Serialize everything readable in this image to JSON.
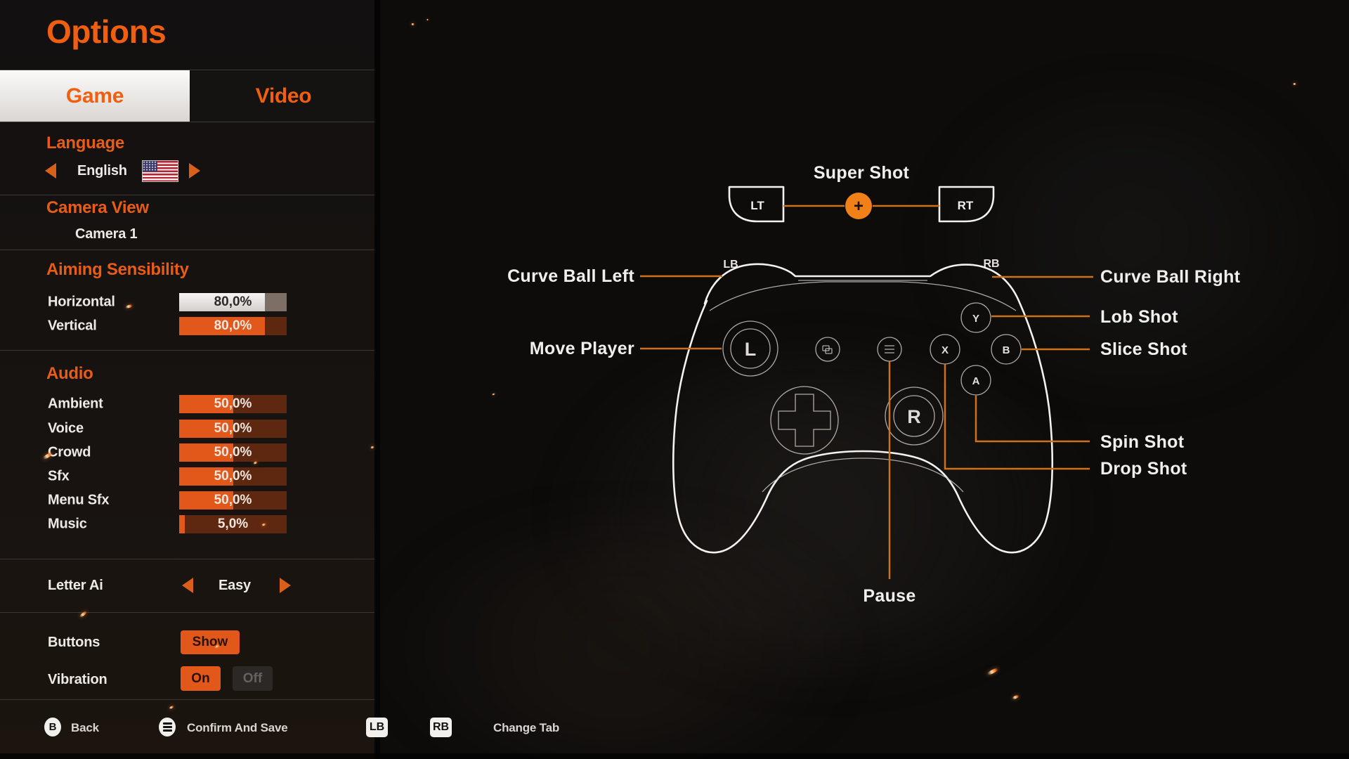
{
  "title": "Options",
  "tabs": {
    "game": "Game",
    "video": "Video"
  },
  "language": {
    "header": "Language",
    "value": "English",
    "flag": "us-flag-icon"
  },
  "camera": {
    "header": "Camera View",
    "value": "Camera 1"
  },
  "aiming": {
    "header": "Aiming Sensibility",
    "rows": [
      {
        "label": "Horizontal",
        "value": "80,0%",
        "percent": 80,
        "state": "selected"
      },
      {
        "label": "Vertical",
        "value": "80,0%",
        "percent": 80,
        "state": "normal"
      }
    ]
  },
  "audio": {
    "header": "Audio",
    "rows": [
      {
        "label": "Ambient",
        "value": "50,0%",
        "percent": 50
      },
      {
        "label": "Voice",
        "value": "50,0%",
        "percent": 50
      },
      {
        "label": "Crowd",
        "value": "50,0%",
        "percent": 50
      },
      {
        "label": "Sfx",
        "value": "50,0%",
        "percent": 50
      },
      {
        "label": "Menu Sfx",
        "value": "50,0%",
        "percent": 50
      },
      {
        "label": "Music",
        "value": "5,0%",
        "percent": 5
      }
    ]
  },
  "letter_ai": {
    "label": "Letter Ai",
    "value": "Easy"
  },
  "buttons_row": {
    "label": "Buttons",
    "value": "Show"
  },
  "vibration": {
    "label": "Vibration",
    "on": "On",
    "off": "Off",
    "selected": "On"
  },
  "footer": {
    "b_key": "B",
    "back": "Back",
    "menu_icon": "menu-button-icon",
    "confirm": "Confirm And Save",
    "lb_key": "LB",
    "rb_key": "RB",
    "change_tab": "Change Tab"
  },
  "controller": {
    "super_shot": "Super Shot",
    "lt": "LT",
    "rt": "RT",
    "lb": "LB",
    "rb": "RB",
    "plus": "+",
    "left_stick": "L",
    "right_stick": "R",
    "x_btn": "X",
    "y_btn": "Y",
    "a_btn": "A",
    "b_btn": "B",
    "curve_ball_left": "Curve Ball Left",
    "curve_ball_right": "Curve Ball Right",
    "lob_shot": "Lob Shot",
    "slice_shot": "Slice Shot",
    "move_player": "Move Player",
    "spin_shot": "Spin Shot",
    "drop_shot": "Drop Shot",
    "pause": "Pause"
  },
  "colors": {
    "accent": "#F05F10",
    "slider_fill": "#E2571A",
    "slider_track": "#5E2710",
    "selected_fill": "#EDEAE7",
    "selected_track": "#7D6E66",
    "callout_line": "#CE701C"
  }
}
